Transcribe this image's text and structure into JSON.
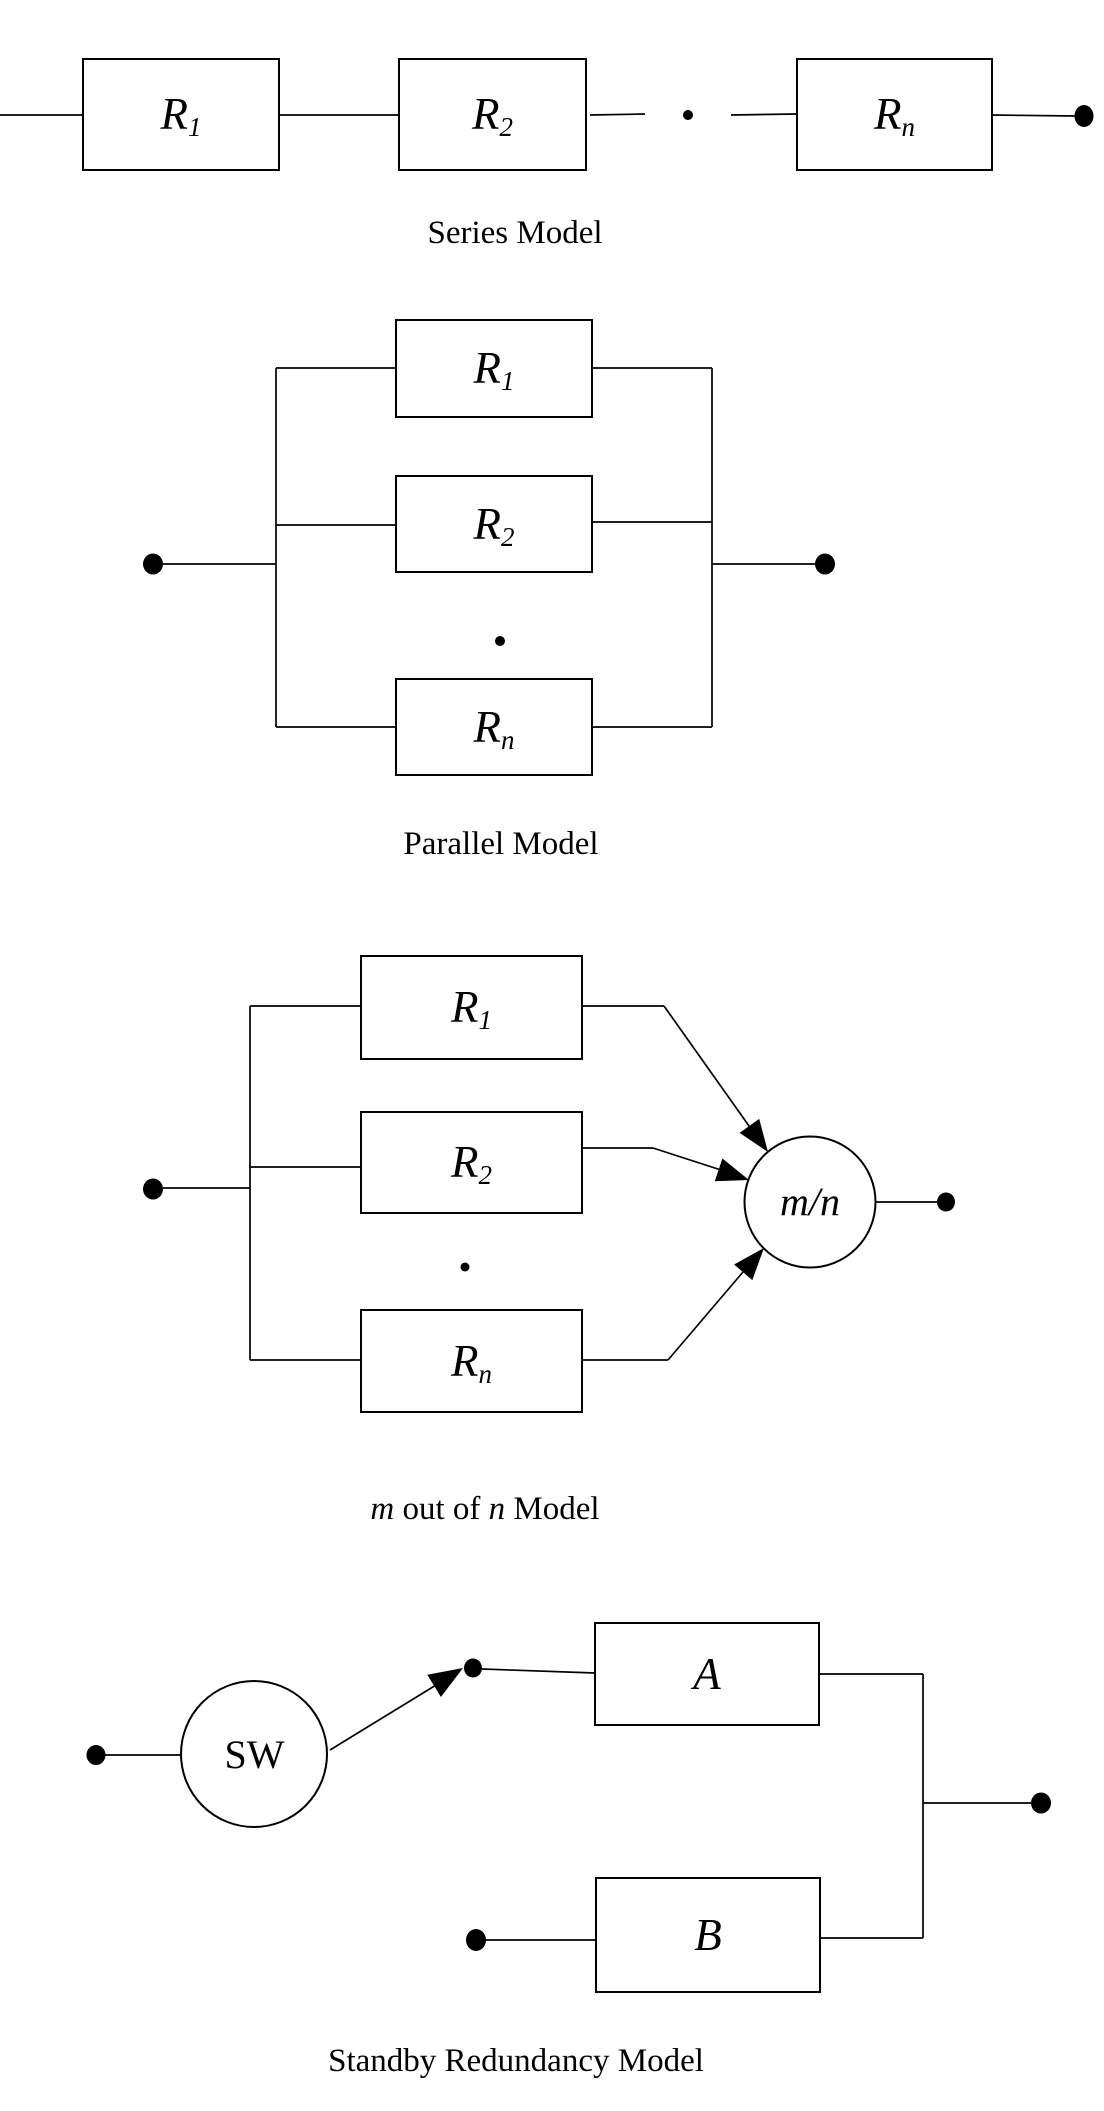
{
  "page": {
    "background": "#ffffff",
    "ink": "#000000"
  },
  "diagrams": {
    "series": {
      "caption": "Series Model",
      "blocks": [
        {
          "main": "R",
          "sub": "1"
        },
        {
          "main": "R",
          "sub": "2"
        },
        {
          "main": "R",
          "sub": "n"
        }
      ]
    },
    "parallel": {
      "caption": "Parallel Model",
      "blocks": [
        {
          "main": "R",
          "sub": "1"
        },
        {
          "main": "R",
          "sub": "2"
        },
        {
          "main": "R",
          "sub": "n"
        }
      ]
    },
    "m_of_n": {
      "caption_m": "m",
      "caption_mid": " out of ",
      "caption_n": "n",
      "caption_end": " Model",
      "voter": "m/n",
      "blocks": [
        {
          "main": "R",
          "sub": "1"
        },
        {
          "main": "R",
          "sub": "2"
        },
        {
          "main": "R",
          "sub": "n"
        }
      ]
    },
    "standby": {
      "caption": "Standby Redundancy Model",
      "switch": "SW",
      "blocks": [
        {
          "label": "A"
        },
        {
          "label": "B"
        }
      ]
    }
  }
}
